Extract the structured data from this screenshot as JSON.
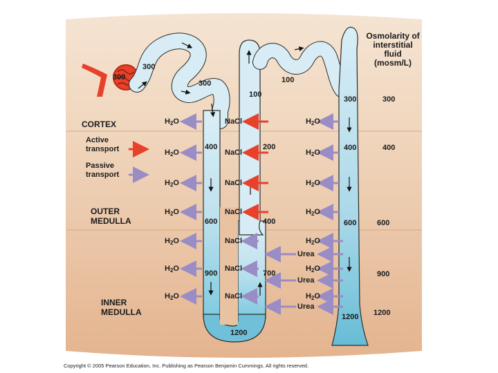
{
  "osm_header": {
    "line1": "Osmolarity of",
    "line2": "interstitial",
    "line3": "fluid",
    "line4": "(mosm/L)"
  },
  "zones": {
    "cortex": "CORTEX",
    "outer_medulla_1": "OUTER",
    "outer_medulla_2": "MEDULLA",
    "inner_medulla_1": "INNER",
    "inner_medulla_2": "MEDULLA"
  },
  "legend": {
    "active_1": "Active",
    "active_2": "transport",
    "passive_1": "Passive",
    "passive_2": "transport",
    "active_color": "#e8402a",
    "passive_color": "#9a8cc4"
  },
  "interstitial_osmolarity": [
    "300",
    "400",
    "600",
    "900",
    "1200"
  ],
  "tubule_values": {
    "proximal_1": "300",
    "glomerulus": "300",
    "proximal_2": "300",
    "descending_400": "400",
    "descending_600": "600",
    "descending_900": "900",
    "loop_bottom": "1200",
    "ascending_100": "100",
    "ascending_200": "200",
    "ascending_400": "400",
    "ascending_700": "700",
    "distal_100": "100",
    "collecting_300": "300",
    "collecting_400": "400",
    "collecting_600": "600",
    "collecting_1200": "1200"
  },
  "labels": {
    "h2o_main": "H",
    "h2o_sub": "2",
    "h2o_tail": "O",
    "nacl": "NaCl",
    "urea": "Urea"
  },
  "copyright": "Copyright © 2005 Pearson Education, Inc. Publishing as Pearson Benjamin Cummings. All rights reserved.",
  "colors": {
    "cortex_bg": "#f3dcc6",
    "medulla_bg": "#e9c2a2",
    "tubule_fill": "#cde7f0",
    "tubule_dark": "#6fc0d8",
    "vessel": "#e8402a"
  }
}
